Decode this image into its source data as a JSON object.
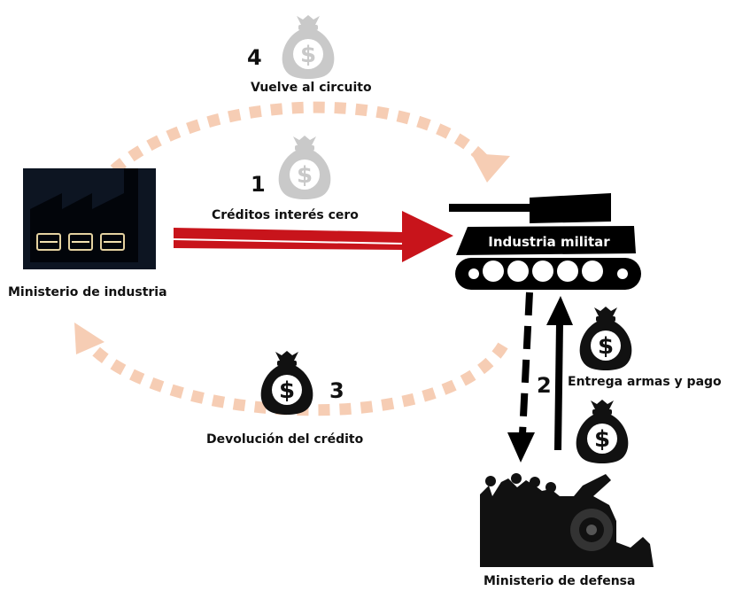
{
  "colors": {
    "credit_arrow": "#c8141b",
    "cycle_arrow": "#f6cdb4",
    "ghost_bag": "#c9c9c9",
    "bag": "#111111",
    "factory_bg": "#0d1522",
    "tank": "#000000"
  },
  "nodes": {
    "industry_ministry": {
      "label": "Ministerio de industria",
      "icon": "factory-icon"
    },
    "military_industry": {
      "label": "Industria militar",
      "icon": "tank-icon"
    },
    "defense_ministry": {
      "label": "Ministerio de defensa",
      "icon": "soldiers-cannon-icon"
    }
  },
  "steps": [
    {
      "number": "1",
      "label": "Créditos interés cero"
    },
    {
      "number": "2",
      "label": "Entrega armas y pago"
    },
    {
      "number": "3",
      "label": "Devolución del crédito"
    },
    {
      "number": "4",
      "label": "Vuelve al circuito"
    }
  ],
  "money_symbol": "$"
}
